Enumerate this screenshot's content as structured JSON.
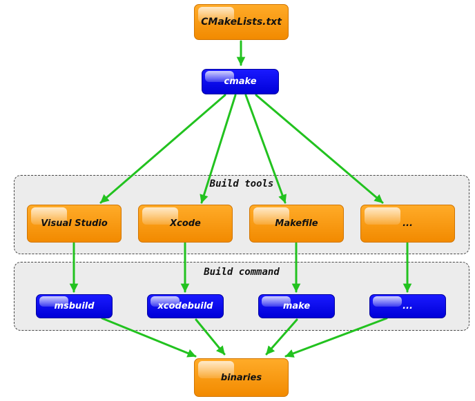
{
  "colors": {
    "orange": "#f59300",
    "blue": "#0808f0",
    "arrow": "#22c21f"
  },
  "top": {
    "source": "CMakeLists.txt",
    "generator": "cmake"
  },
  "groups": {
    "build_tools": "Build tools",
    "build_command": "Build command"
  },
  "build_tools": [
    "Visual Studio",
    "Xcode",
    "Makefile",
    "..."
  ],
  "build_commands": [
    "msbuild",
    "xcodebuild",
    "make",
    "..."
  ],
  "output": "binaries"
}
